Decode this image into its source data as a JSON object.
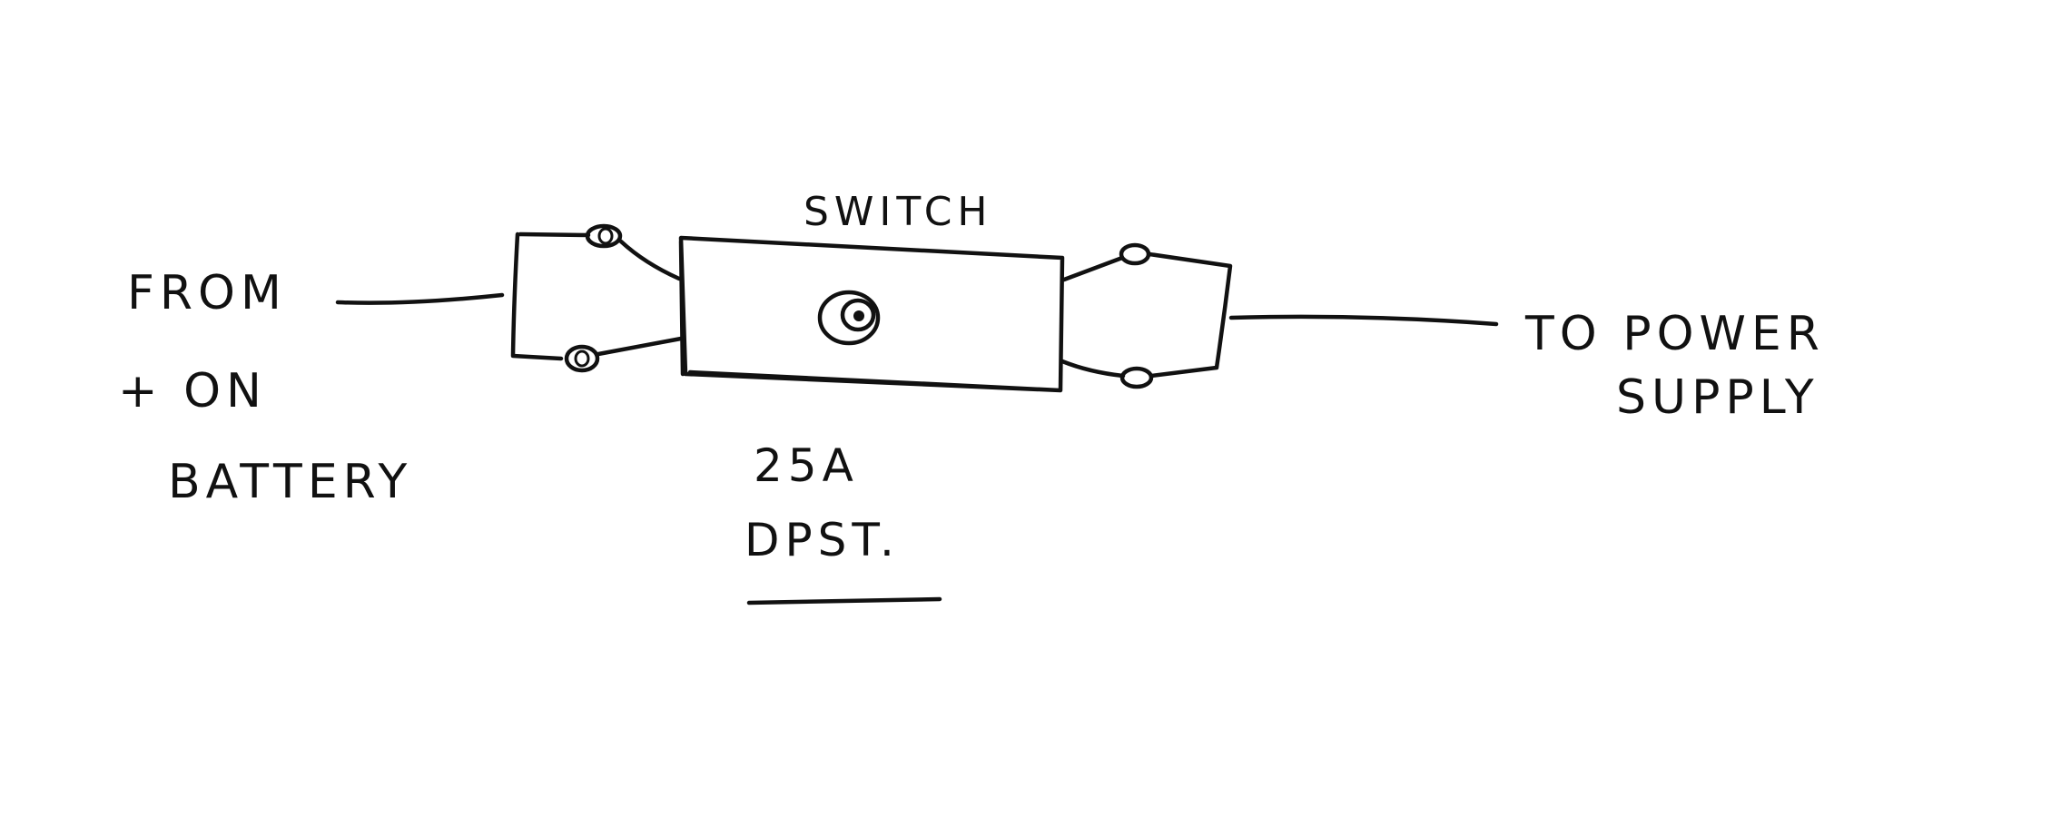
{
  "diagram": {
    "source_label": {
      "line1": "FROM",
      "line2": "+ ON",
      "line3": "BATTERY"
    },
    "switch_label": "SWITCH",
    "rating_label": {
      "line1": "25A",
      "line2": "DPST."
    },
    "target_label": {
      "line1": "TO POWER",
      "line2": "SUPPLY"
    }
  }
}
